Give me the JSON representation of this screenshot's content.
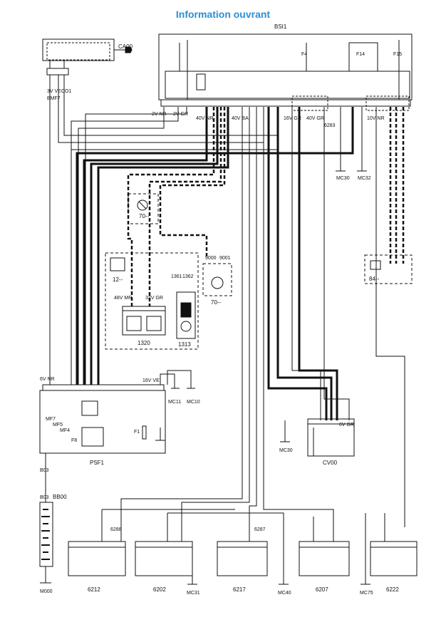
{
  "title": "Information ouvrant",
  "components": {
    "bsi": "BSI1",
    "ca00": "CA00",
    "psf1": "PSF1",
    "bb00": "BB00",
    "c1320": "1320",
    "c1313": "1313",
    "c70a": "70--",
    "c70b": "70--",
    "c12": "12--",
    "c84": "84--",
    "cv00": "CV00",
    "c6212": "6212",
    "c6202": "6202",
    "c6217": "6217",
    "c6207": "6207",
    "c6222": "6222"
  },
  "grounds": {
    "mc30a": "MC30",
    "mc32": "MC32",
    "mc11": "MC11",
    "mc10": "MC10",
    "mc30b": "MC30",
    "m000": "M000",
    "mc31": "MC31",
    "mc40": "MC40",
    "mc75": "MC75"
  },
  "wires": {
    "bmf7": "BMF7",
    "co1": "CO1",
    "b03a": "B03",
    "b03b": "B03",
    "ve3v": "3V VE",
    "nr6v": "6V NR",
    "nr2v": "2V NR",
    "gr2v": "2V GR",
    "nr40v": "40V NR",
    "ba40v": "40V BA",
    "gr16v": "16V GR",
    "gr40v": "40V GR",
    "nr10v": "10V NR",
    "gr6v": "6V GR",
    "ve16v": "16V VE",
    "mr48v": "48V MR",
    "gr32v": "32V GR",
    "w6283": "6283",
    "w6288": "6288",
    "w6287": "6287",
    "w9000": "9000",
    "w9001": "9001",
    "w1361": "1361",
    "w1362": "1362",
    "mf5": "MF5",
    "mf4": "MF4",
    "mf7": "MF7",
    "f8": "F8",
    "f1": "F1",
    "f4": "F4",
    "f14": "F14",
    "f15": "F15"
  },
  "colors": {
    "title": "#2a8fd6",
    "line": "#111111"
  }
}
